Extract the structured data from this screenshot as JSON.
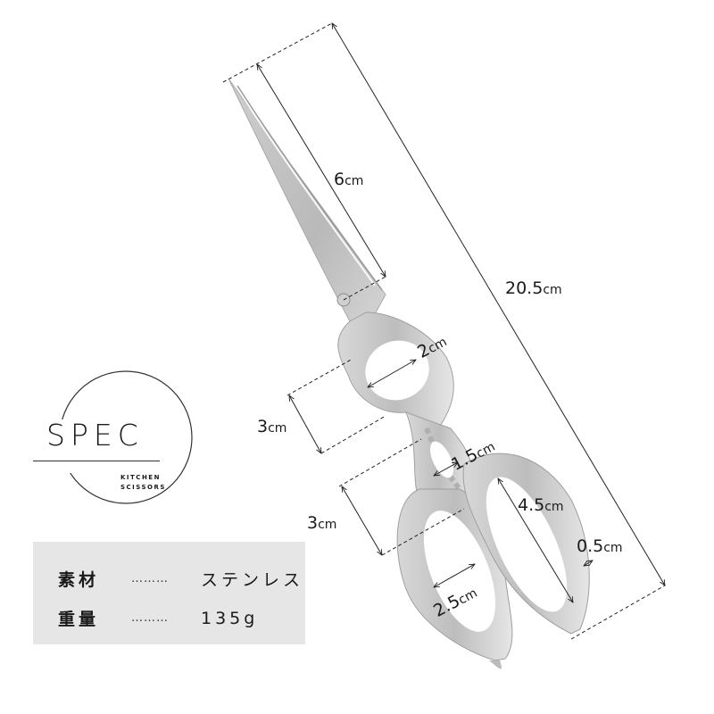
{
  "badge": {
    "title": "SPEC",
    "subtitle_line1": "KITCHEN",
    "subtitle_line2": "SCISSORS"
  },
  "specs": [
    {
      "key": "素材",
      "dots": "………",
      "value": "ステンレス"
    },
    {
      "key": "重量",
      "dots": "………",
      "value": "135g"
    }
  ],
  "dimensions": {
    "total_length": {
      "value": "20.5",
      "unit": "cm"
    },
    "blade_length": {
      "value": "6",
      "unit": "cm"
    },
    "upper_ring_width": {
      "value": "2",
      "unit": "cm"
    },
    "upper_ring_height": {
      "value": "3",
      "unit": "cm"
    },
    "opener_gap": {
      "value": "1.5",
      "unit": "cm"
    },
    "lower_left_height": {
      "value": "3",
      "unit": "cm"
    },
    "lower_right_ring_length": {
      "value": "4.5",
      "unit": "cm"
    },
    "lower_left_ring_width": {
      "value": "2.5",
      "unit": "cm"
    },
    "ring_thickness": {
      "value": "0.5",
      "unit": "cm"
    }
  },
  "colors": {
    "background": "#ffffff",
    "text": "#1a1a1a",
    "spec_table_bg": "#e6e6e6",
    "steel": "#c8c8c8"
  }
}
